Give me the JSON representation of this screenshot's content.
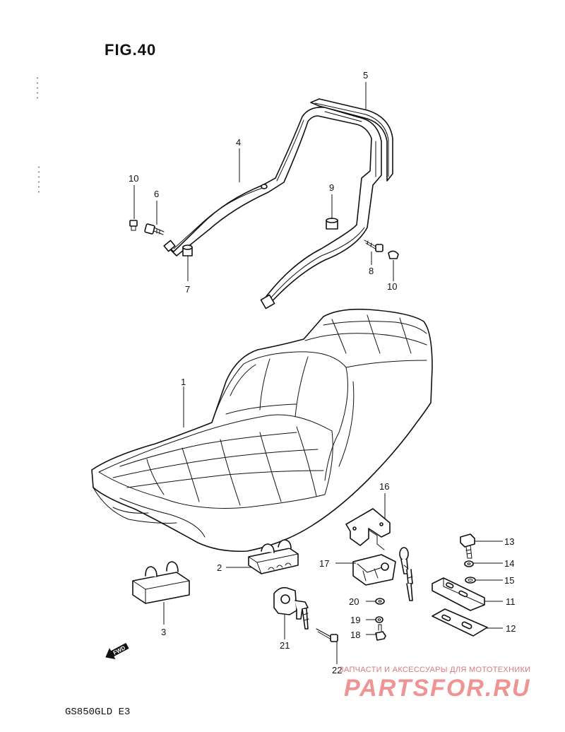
{
  "figure": {
    "title": "FIG.40",
    "model": "GS850GLD E3"
  },
  "watermark": {
    "caption": "ЗАПЧАСТИ И АКСЕССУАРЫ ДЛЯ МОТОТЕХНИКИ",
    "brand": "PARTSFOR.RU",
    "color": "#e23b3b"
  },
  "fwd_arrow": {
    "label": "FWD"
  },
  "callouts": {
    "c1": "1",
    "c2": "2",
    "c3": "3",
    "c4": "4",
    "c5": "5",
    "c6": "6",
    "c7": "7",
    "c8": "8",
    "c9": "9",
    "c10a": "10",
    "c10b": "10",
    "c11": "11",
    "c12": "12",
    "c13": "13",
    "c14": "14",
    "c15": "15",
    "c16": "16",
    "c17": "17",
    "c18": "18",
    "c19": "19",
    "c20": "20",
    "c21": "21",
    "c22": "22"
  }
}
